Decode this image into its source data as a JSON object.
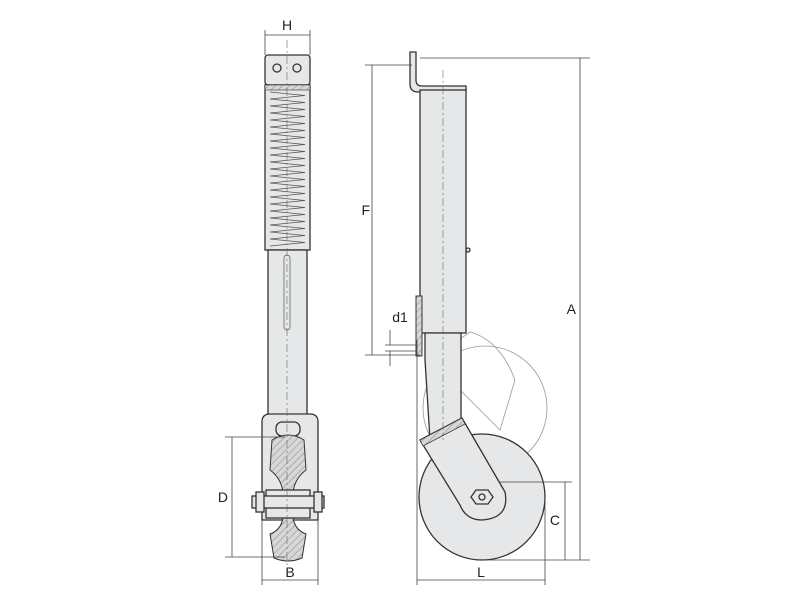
{
  "drawing": {
    "dimensions": {
      "H": "H",
      "F": "F",
      "d1": "d1",
      "A": "A",
      "D": "D",
      "B": "B",
      "C": "C",
      "L": "L"
    },
    "colors": {
      "part_fill": "#e6e7e8",
      "line": "#333333"
    }
  }
}
